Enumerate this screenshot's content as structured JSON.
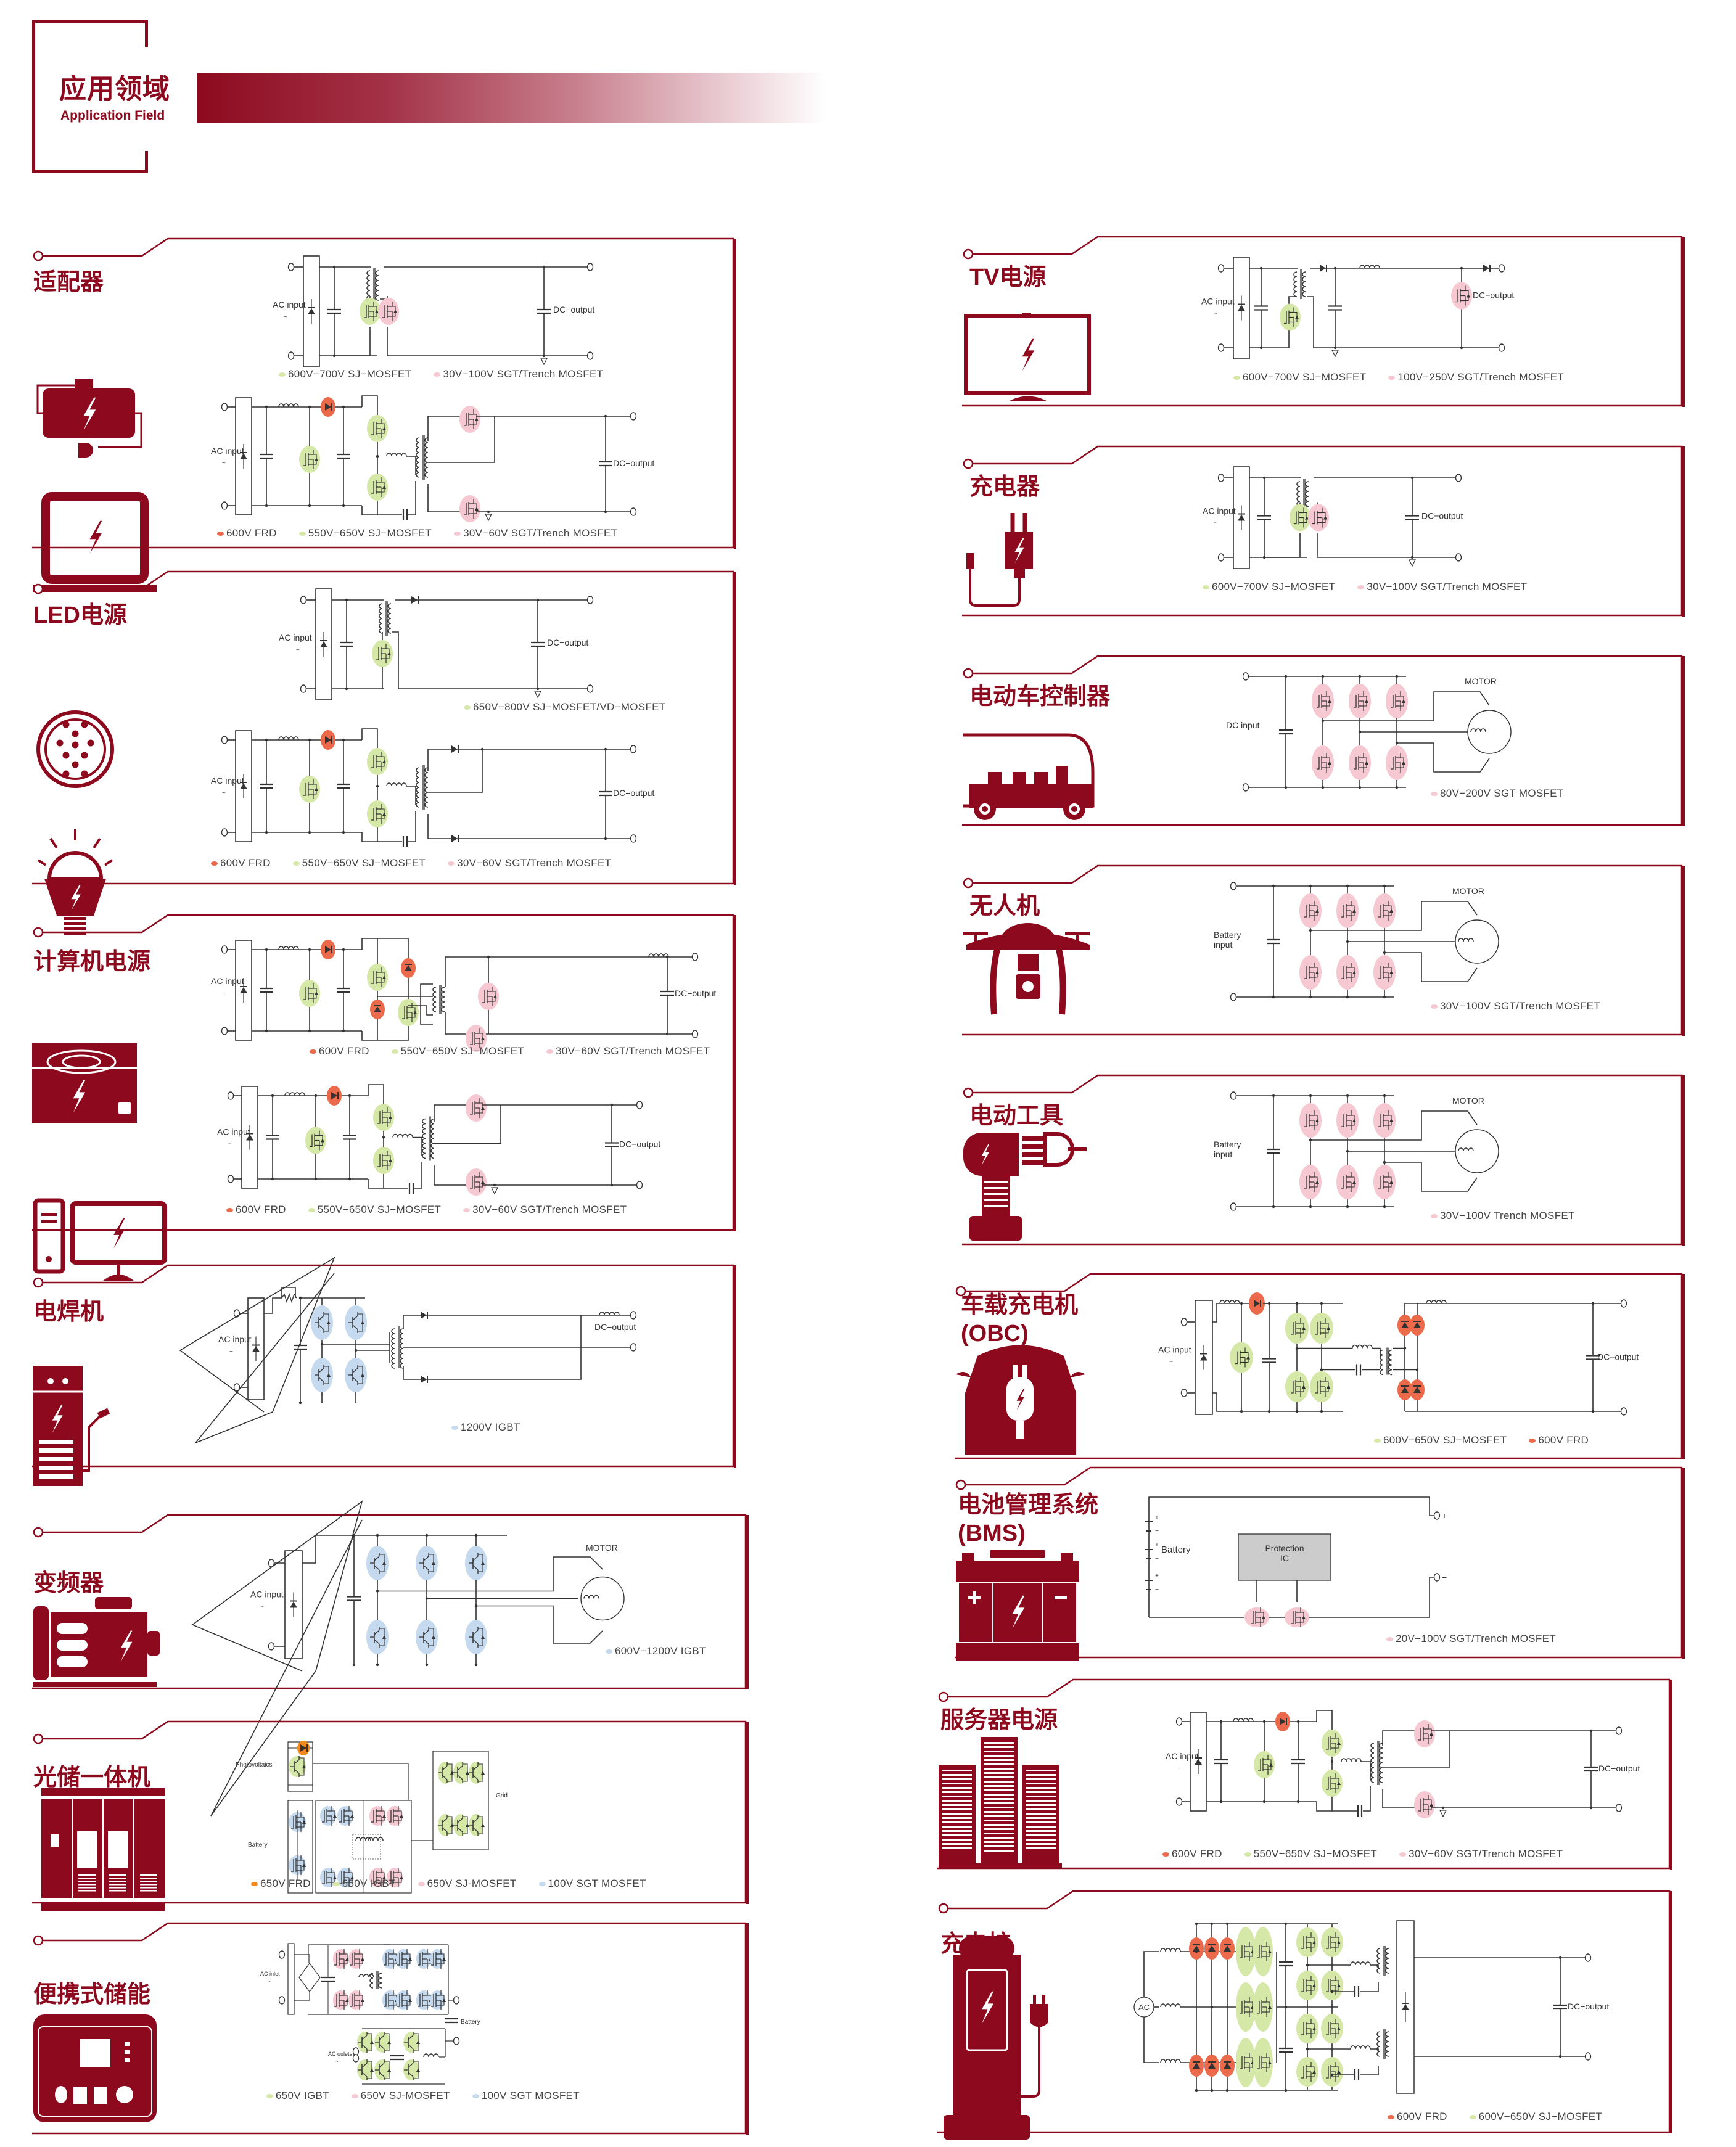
{
  "header": {
    "title_cn": "应用领域",
    "title_en": "Application Field"
  },
  "colors": {
    "brand": "#8d0a1e",
    "frd": "#ec6a4c",
    "frd_orange": "#f08a1c",
    "sj_mosfet": "#d6e8a8",
    "sgt_mosfet": "#f5c8d2",
    "igbt_blue": "#c5d9ef",
    "wire": "#333333"
  },
  "panels": [
    {
      "id": "adapter",
      "title": "适配器",
      "icon": "adapter-laptop-icon",
      "circuits": [
        {
          "type": "flyback",
          "labels": {
            "input": "AC input",
            "tilde": "~",
            "output": "DC−output"
          },
          "legend": [
            {
              "color": "sj",
              "text": "600V−700V  SJ−MOSFET"
            },
            {
              "color": "sgt",
              "text": "30V−100V  SGT/Trench MOSFET"
            }
          ]
        },
        {
          "type": "llc",
          "labels": {
            "input": "AC input",
            "tilde": "~",
            "output": "DC−output"
          },
          "legend": [
            {
              "color": "frd",
              "text": "600V   FRD"
            },
            {
              "color": "sj",
              "text": "550V−650V  SJ−MOSFET"
            },
            {
              "color": "sgt",
              "text": "30V−60V  SGT/Trench MOSFET"
            }
          ]
        }
      ]
    },
    {
      "id": "led",
      "title": "LED电源",
      "icon": "led-bulb-icon",
      "circuits": [
        {
          "type": "flyback-diode",
          "labels": {
            "input": "AC input",
            "tilde": "~",
            "output": "DC−output"
          },
          "legend": [
            {
              "color": "sj",
              "text": "650V−800V  SJ−MOSFET/VD−MOSFET"
            }
          ]
        },
        {
          "type": "llc-diode",
          "labels": {
            "input": "AC input",
            "tilde": "~",
            "output": "DC−output"
          },
          "legend": [
            {
              "color": "frd",
              "text": "600V   FRD"
            },
            {
              "color": "sj",
              "text": "550V−650V  SJ−MOSFET"
            },
            {
              "color": "sgt",
              "text": "30V−60V  SGT/Trench MOSFET"
            }
          ]
        }
      ]
    },
    {
      "id": "pc-power",
      "title": "计算机电源",
      "icon": "pc-psu-icon",
      "circuits": [
        {
          "type": "forward",
          "labels": {
            "input": "AC input",
            "tilde": "~",
            "output": "DC−output"
          },
          "legend": [
            {
              "color": "frd",
              "text": "600V  FRD"
            },
            {
              "color": "sj",
              "text": "550V−650V  SJ−MOSFET"
            },
            {
              "color": "sgt",
              "text": "30V−60V  SGT/Trench MOSFET"
            }
          ]
        },
        {
          "type": "llc",
          "labels": {
            "input": "AC input",
            "tilde": "~",
            "output": "DC−output"
          },
          "legend": [
            {
              "color": "frd",
              "text": "600V   FRD"
            },
            {
              "color": "sj",
              "text": "550V−650V   SJ−MOSFET"
            },
            {
              "color": "sgt",
              "text": "30V−60V  SGT/Trench MOSFET"
            }
          ]
        }
      ]
    },
    {
      "id": "welder",
      "title": "电焊机",
      "icon": "welder-icon",
      "circuits": [
        {
          "type": "fullbridge-igbt",
          "labels": {
            "input": "AC input",
            "tilde": "~",
            "output": "DC−output"
          },
          "legend": [
            {
              "color": "igbt",
              "text": "1200V  IGBT"
            }
          ]
        }
      ]
    },
    {
      "id": "inverter",
      "title": "变频器",
      "icon": "motor-icon",
      "circuits": [
        {
          "type": "three-phase-igbt",
          "labels": {
            "input": "AC input",
            "tilde": "~",
            "motor": "MOTOR"
          },
          "legend": [
            {
              "color": "igbt",
              "text": "600V−1200V  IGBT"
            }
          ]
        }
      ]
    },
    {
      "id": "pv-storage",
      "title": "光储一体机",
      "icon": "cabinet-icon",
      "circuits": [
        {
          "type": "pv-storage",
          "labels": {
            "pv": "Photovoltaics",
            "battery": "Battery",
            "grid": "Grid"
          },
          "legend": [
            {
              "color": "frd_orange",
              "text": "650V FRD"
            },
            {
              "color": "sj",
              "text": "650V IGBT"
            },
            {
              "color": "sgt",
              "text": "650V  SJ-MOSFET"
            },
            {
              "color": "igbt",
              "text": "100V  SGT MOSFET"
            }
          ]
        }
      ]
    },
    {
      "id": "portable-storage",
      "title": "便携式储能",
      "icon": "power-station-icon",
      "circuits": [
        {
          "type": "portable",
          "labels": {
            "inlet": "AC inlet",
            "outlets": "AC oulets",
            "battery": "Battery",
            "tilde": "~"
          },
          "legend": [
            {
              "color": "sj",
              "text": "650V  IGBT"
            },
            {
              "color": "sgt",
              "text": "650V  SJ-MOSFET"
            },
            {
              "color": "igbt",
              "text": "100V  SGT MOSFET"
            }
          ]
        }
      ]
    },
    {
      "id": "tv-power",
      "title": "TV电源",
      "icon": "tv-icon",
      "circuits": [
        {
          "type": "tv-flyback",
          "labels": {
            "input": "AC input",
            "tilde": "~",
            "output": "DC−output"
          },
          "legend": [
            {
              "color": "sj",
              "text": "600V−700V   SJ−MOSFET"
            },
            {
              "color": "sgt",
              "text": "100V−250V  SGT/Trench MOSFET"
            }
          ]
        }
      ]
    },
    {
      "id": "charger",
      "title": "充电器",
      "icon": "phone-charger-icon",
      "circuits": [
        {
          "type": "flyback",
          "labels": {
            "input": "AC input",
            "tilde": "~",
            "output": "DC−output"
          },
          "legend": [
            {
              "color": "sj",
              "text": "600V−700V   SJ−MOSFET"
            },
            {
              "color": "sgt",
              "text": "30V−100V  SGT/Trench MOSFET"
            }
          ]
        }
      ]
    },
    {
      "id": "ev-controller",
      "title": "电动车控制器",
      "icon": "golf-cart-icon",
      "circuits": [
        {
          "type": "bldc",
          "labels": {
            "input": "DC input",
            "motor": "MOTOR"
          },
          "legend": [
            {
              "color": "sgt",
              "text": "80V−200V  SGT MOSFET"
            }
          ]
        }
      ]
    },
    {
      "id": "drone",
      "title": "无人机",
      "icon": "drone-icon",
      "circuits": [
        {
          "type": "bldc",
          "labels": {
            "input": "Battery\ninput",
            "motor": "MOTOR"
          },
          "legend": [
            {
              "color": "sgt",
              "text": "30V−100V  SGT/Trench MOSFET"
            }
          ]
        }
      ]
    },
    {
      "id": "power-tool",
      "title": "电动工具",
      "icon": "drill-icon",
      "circuits": [
        {
          "type": "bldc",
          "labels": {
            "input": "Battery\ninput",
            "motor": "MOTOR"
          },
          "legend": [
            {
              "color": "sgt",
              "text": "30V−100V  Trench MOSFET"
            }
          ]
        }
      ]
    },
    {
      "id": "obc",
      "title": "车载充电机\n(OBC)",
      "icon": "ev-car-icon",
      "circuits": [
        {
          "type": "obc",
          "labels": {
            "input": "AC input",
            "tilde": "~",
            "output": "DC−output"
          },
          "legend": [
            {
              "color": "sj",
              "text": "600V−650V  SJ−MOSFET"
            },
            {
              "color": "frd",
              "text": "600V  FRD"
            }
          ]
        }
      ]
    },
    {
      "id": "bms",
      "title": "电池管理系统\n(BMS)",
      "icon": "car-battery-icon",
      "circuits": [
        {
          "type": "bms",
          "labels": {
            "battery": "Battery",
            "ic": "Protection\nIC",
            "plus": "+",
            "minus": "−"
          },
          "legend": [
            {
              "color": "sgt",
              "text": "20V−100V  SGT/Trench MOSFET"
            }
          ]
        }
      ]
    },
    {
      "id": "server-power",
      "title": "服务器电源",
      "icon": "server-building-icon",
      "circuits": [
        {
          "type": "llc",
          "labels": {
            "input": "AC input",
            "tilde": "~",
            "output": "DC−output"
          },
          "legend": [
            {
              "color": "frd",
              "text": "600V   FRD"
            },
            {
              "color": "sj",
              "text": "550V−650V   SJ−MOSFET"
            },
            {
              "color": "sgt",
              "text": "30V−60V  SGT/Trench MOSFET"
            }
          ]
        }
      ]
    },
    {
      "id": "charging-pile",
      "title": "充电桩",
      "icon": "ev-charger-icon",
      "circuits": [
        {
          "type": "vienna",
          "labels": {
            "ac": "AC",
            "output": "DC−output"
          },
          "legend": [
            {
              "color": "frd",
              "text": "600V  FRD"
            },
            {
              "color": "sj",
              "text": "600V−650V  SJ−MOSFET"
            }
          ]
        }
      ]
    }
  ]
}
